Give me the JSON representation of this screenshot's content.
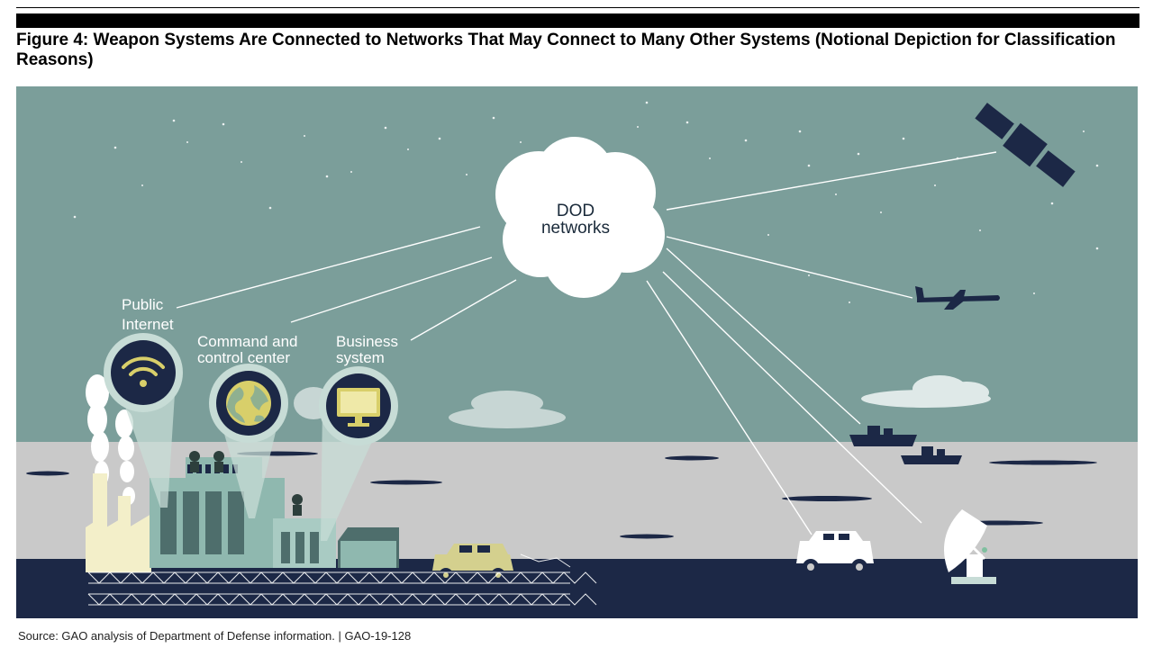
{
  "figure": {
    "title": "Figure 4: Weapon Systems Are Connected to Networks That May Connect to Many Other Systems (Notional Depiction for Classification Reasons)",
    "source": "Source: GAO analysis of Department of Defense information.  |  GAO-19-128"
  },
  "diagram": {
    "hub": {
      "line1": "DOD",
      "line2": "networks"
    },
    "nodes": {
      "public_internet": {
        "line1": "Public",
        "line2": "Internet",
        "icon": "wifi-icon"
      },
      "command_center": {
        "line1": "Command and",
        "line2": "control center",
        "icon": "globe-icon"
      },
      "business_system": {
        "line1": "Business",
        "line2": "system",
        "icon": "monitor-icon"
      }
    },
    "connected_assets": [
      "satellite",
      "airplane",
      "ships",
      "military-vehicle",
      "radar-dish"
    ],
    "colors": {
      "sky": "#7b9e9a",
      "ground": "#c9c9c9",
      "base": "#1c2846",
      "navy": "#1c2846",
      "pin": "#c7dcd6",
      "cloud": "#ffffff"
    }
  }
}
